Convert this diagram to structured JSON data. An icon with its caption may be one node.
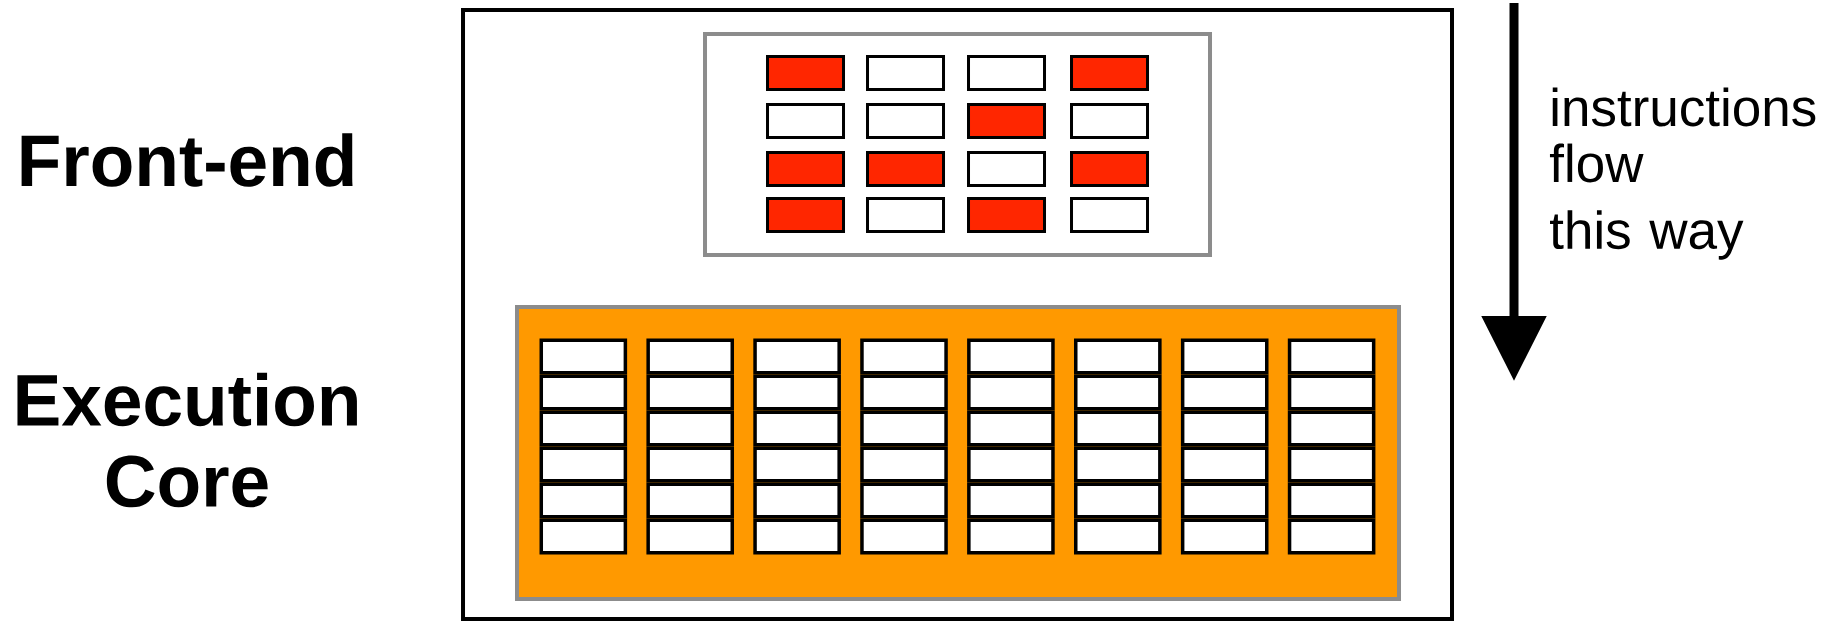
{
  "diagram": {
    "nodes": [
      {
        "text": [],
        "shape": "box"
      },
      {
        "text": [],
        "shape": "box",
        "in": 0
      },
      {
        "text": [],
        "shape": "box",
        "in": 1
      },
      {
        "text": [],
        "shape": "box",
        "in": 1
      },
      {
        "text": [],
        "shape": "box",
        "in": 1
      },
      {
        "text": [],
        "shape": "box",
        "in": 1
      },
      {
        "text": [],
        "shape": "box",
        "in": 1
      },
      {
        "text": [],
        "shape": "box",
        "in": 1
      },
      {
        "text": [],
        "shape": "box",
        "in": 1
      },
      {
        "text": [],
        "shape": "box",
        "in": 1
      },
      {
        "text": [],
        "shape": "box",
        "in": 1
      },
      {
        "text": [],
        "shape": "box",
        "in": 1
      },
      {
        "text": [],
        "shape": "box",
        "in": 1
      },
      {
        "text": [],
        "shape": "box",
        "in": 1
      },
      {
        "text": [],
        "shape": "box",
        "in": 1
      },
      {
        "text": [],
        "shape": "box",
        "in": 1
      },
      {
        "text": [],
        "shape": "box",
        "in": 1
      },
      {
        "text": [],
        "shape": "box",
        "in": 1
      },
      {
        "text": [],
        "shape": "box",
        "in": 0
      },
      {
        "text": [],
        "shape": "box",
        "in": 18
      },
      {
        "text": [],
        "shape": "box",
        "in": 18
      },
      {
        "text": [],
        "shape": "box",
        "in": 18
      },
      {
        "text": [],
        "shape": "box",
        "in": 18
      },
      {
        "text": [],
        "shape": "box",
        "in": 18
      },
      {
        "text": [],
        "shape": "box",
        "in": 18
      },
      {
        "text": [],
        "shape": "box",
        "in": 18
      },
      {
        "text": [],
        "shape": "box",
        "in": 18
      },
      {
        "text": [],
        "shape": "box",
        "in": 18
      },
      {
        "text": [],
        "shape": "box",
        "in": 18
      },
      {
        "text": [],
        "shape": "box",
        "in": 18
      },
      {
        "text": [],
        "shape": "box",
        "in": 18
      },
      {
        "text": [],
        "shape": "box",
        "in": 18
      },
      {
        "text": [],
        "shape": "box",
        "in": 18
      },
      {
        "text": [],
        "shape": "box",
        "in": 18
      },
      {
        "text": [],
        "shape": "box",
        "in": 18
      },
      {
        "text": [],
        "shape": "box",
        "in": 18
      },
      {
        "text": [],
        "shape": "box",
        "in": 18
      },
      {
        "text": [],
        "shape": "box",
        "in": 18
      },
      {
        "text": [],
        "shape": "box",
        "in": 18
      },
      {
        "text": [],
        "shape": "box",
        "in": 18
      },
      {
        "text": [],
        "shape": "box",
        "in": 18
      },
      {
        "text": [],
        "shape": "box",
        "in": 18
      },
      {
        "text": [],
        "shape": "box",
        "in": 18
      },
      {
        "text": [],
        "shape": "box",
        "in": 18
      },
      {
        "text": [],
        "shape": "box",
        "in": 18
      },
      {
        "text": [],
        "shape": "box",
        "in": 18
      },
      {
        "text": [],
        "shape": "box",
        "in": 18
      },
      {
        "text": [],
        "shape": "box",
        "in": 18
      },
      {
        "text": [],
        "shape": "box",
        "in": 18
      },
      {
        "text": [],
        "shape": "box",
        "in": 18
      },
      {
        "text": [],
        "shape": "box",
        "in": 18
      },
      {
        "text": [],
        "shape": "box",
        "in": 18
      },
      {
        "text": [],
        "shape": "box",
        "in": 18
      },
      {
        "text": [],
        "shape": "box",
        "in": 18
      },
      {
        "text": [],
        "shape": "box",
        "in": 18
      },
      {
        "text": [],
        "shape": "box",
        "in": 18
      },
      {
        "text": [],
        "shape": "box",
        "in": 18
      },
      {
        "text": [],
        "shape": "box",
        "in": 18
      },
      {
        "text": [],
        "shape": "box",
        "in": 18
      },
      {
        "text": [],
        "shape": "box",
        "in": 18
      },
      {
        "text": [],
        "shape": "box",
        "in": 18
      },
      {
        "text": [],
        "shape": "box",
        "in": 18
      },
      {
        "text": [],
        "shape": "box",
        "in": 18
      },
      {
        "text": [],
        "shape": "box",
        "in": 18
      },
      {
        "text": [],
        "shape": "box",
        "in": 18
      },
      {
        "text": [],
        "shape": "box",
        "in": 18
      },
      {
        "text": [],
        "shape": "box",
        "in": 18
      }
    ],
    "labels": [
      "Front-end",
      "Execution Core",
      "instructions flow",
      "this way"
    ]
  }
}
